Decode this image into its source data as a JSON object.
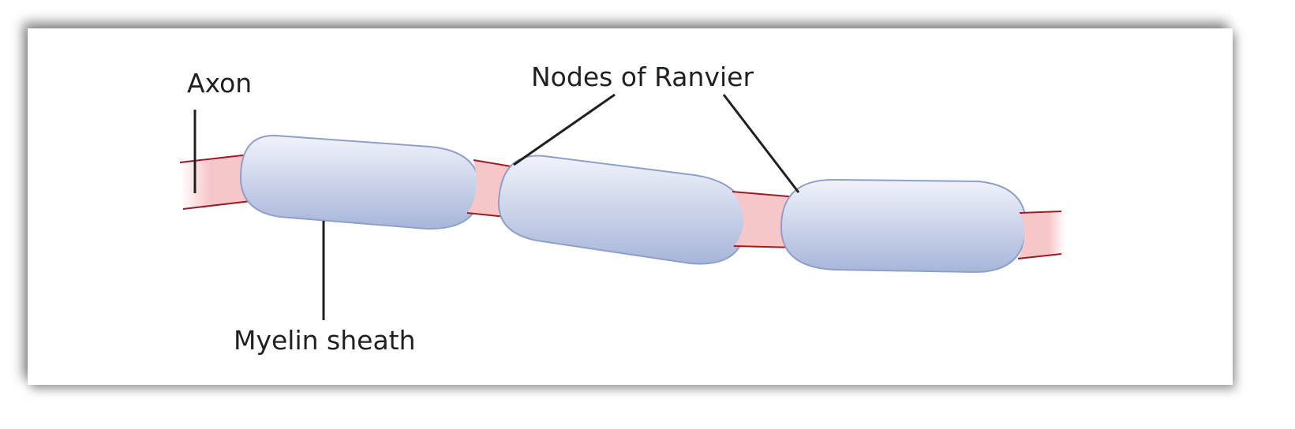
{
  "figure": {
    "title": "Myelinated axon diagram",
    "labels": {
      "axon": "Axon",
      "nodes": "Nodes of Ranvier",
      "myelin": "Myelin sheath"
    },
    "colors": {
      "axon_fill": "#f7c6c9",
      "axon_stroke": "#9b1c24",
      "sheath_top": "#eef1fa",
      "sheath_bottom": "#a9b7da",
      "sheath_stroke": "#8e9fcc",
      "leader_line": "#231f20"
    }
  }
}
